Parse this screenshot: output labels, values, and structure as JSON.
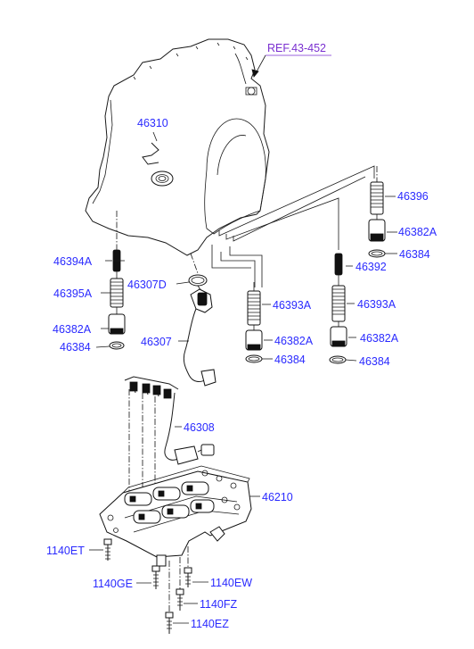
{
  "reference": "REF.43-452",
  "labels": {
    "p46310": "46310",
    "p46396": "46396",
    "p46382A_r1": "46382A",
    "p46384_r1": "46384",
    "p46392": "46392",
    "p46394A": "46394A",
    "p46395A": "46395A",
    "p46307D": "46307D",
    "p46382A_l": "46382A",
    "p46384_l": "46384",
    "p46307": "46307",
    "p46393A_m": "46393A",
    "p46382A_m": "46382A",
    "p46384_m": "46384",
    "p46393A_r": "46393A",
    "p46382A_r2": "46382A",
    "p46384_r2": "46384",
    "p46308": "46308",
    "p46210": "46210",
    "p1140ET": "1140ET",
    "p1140GE": "1140GE",
    "p1140EW": "1140EW",
    "p1140FZ": "1140FZ",
    "p1140EZ": "1140EZ"
  },
  "colors": {
    "label": "#2a2aff",
    "reference": "#7a2fd0",
    "line": "#111111"
  }
}
